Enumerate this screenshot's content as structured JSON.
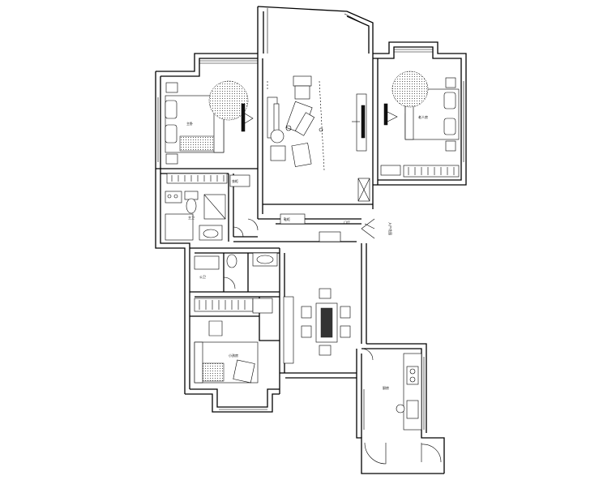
{
  "rooms": {
    "master_bedroom": "主卧",
    "second_bedroom": "老人房",
    "small_bedroom": "小孩房",
    "kitchen": "厨房",
    "entry": "门厅",
    "bathroom_main": "主卫",
    "bathroom_guest": "公卫"
  },
  "labels": {
    "wardrobe": "衣柜",
    "shoe_cabinet": "鞋柜",
    "side_note": "入户花园"
  }
}
